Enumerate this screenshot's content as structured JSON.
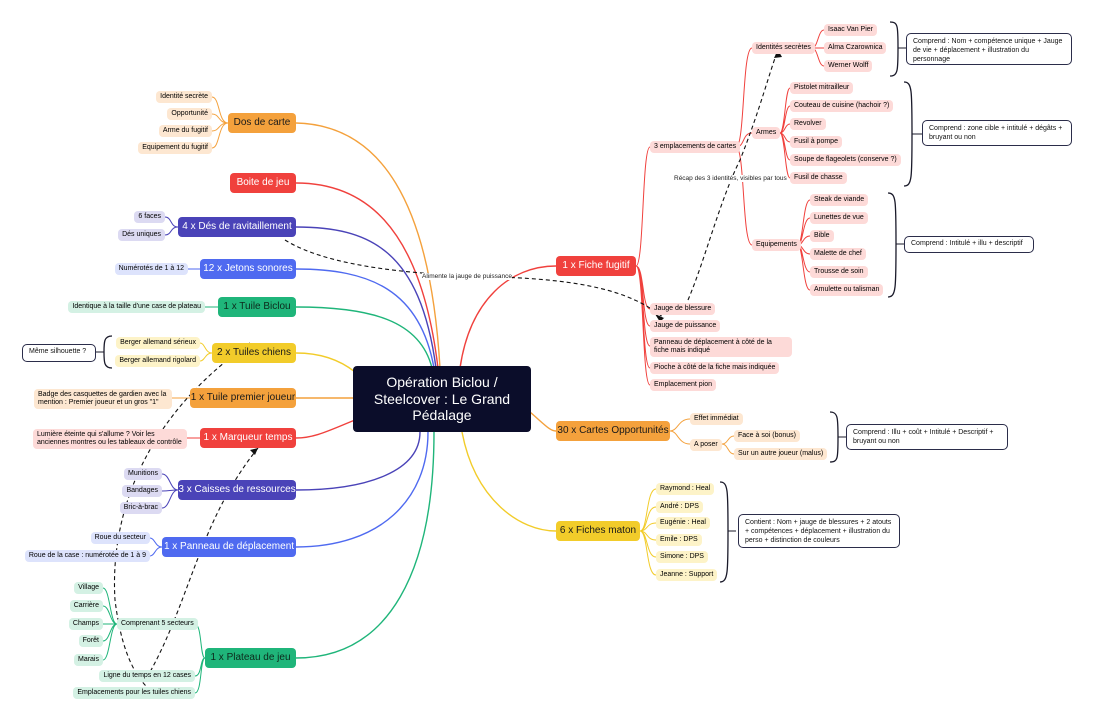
{
  "center": "Opération Biclou / Steelcover : Le Grand Pédalage",
  "colors": {
    "orange": "#f4a13c",
    "red": "#f0413d",
    "indigo": "#4a43b8",
    "blue": "#4f6af0",
    "green": "#1fb57a",
    "yellow": "#f2cc2a",
    "dark": "#0b0d2a"
  },
  "left": {
    "dos_carte": {
      "label": "Dos de carte",
      "items": [
        "Identité secrète",
        "Opportunité",
        "Arme du fugitif",
        "Equipement du fugitif"
      ]
    },
    "boite": {
      "label": "Boite de jeu"
    },
    "des": {
      "label": "4 x Dés de ravitaillement",
      "items": [
        "6 faces",
        "Dés uniques"
      ]
    },
    "jetons": {
      "label": "12 x Jetons sonores",
      "items": [
        "Numérotés de 1 à 12"
      ]
    },
    "tuile": {
      "label": "1 x Tuile Biclou",
      "items": [
        "Identique à la taille d'une case de plateau"
      ]
    },
    "chiens": {
      "label": "2 x Tuiles chiens",
      "items": [
        "Berger allemand sérieux",
        "Berger allemand rigolard"
      ],
      "note": "Même silhouette ?"
    },
    "premier": {
      "label": "1 x Tuile premier joueur",
      "items": [
        "Badge des casquettes de gardien avec la mention : Premier joueur et un gros \"1\""
      ]
    },
    "marqueur": {
      "label": "1 x Marqueur temps",
      "items": [
        "Lumière éteinte qui s'allume ? Voir les anciennes montres ou les tableaux de contrôle"
      ]
    },
    "caisses": {
      "label": "3 x Caisses de ressources",
      "items": [
        "Munitions",
        "Bandages",
        "Bric-à-brac"
      ]
    },
    "panneau": {
      "label": "1 x Panneau de déplacement",
      "items": [
        "Roue du secteur",
        "Roue de la case : numérotée de 1 à 9"
      ]
    },
    "plateau": {
      "label": "1 x Plateau de jeu",
      "secteurs": {
        "label": "Comprenant 5 secteurs",
        "items": [
          "Village",
          "Carrière",
          "Champs",
          "Forêt",
          "Marais"
        ]
      },
      "items": [
        "Ligne du temps en 12 cases",
        "Emplacements pour les tuiles chiens"
      ]
    }
  },
  "right": {
    "fiche": {
      "label": "1 x Fiche fugitif",
      "emplacements": {
        "label": "3 emplacements de cartes",
        "identites": {
          "label": "Identités secrètes",
          "items": [
            "Isaac Van Pier",
            "Alma Czarownica",
            "Werner Wolff"
          ],
          "note": "Comprend : Nom + compétence unique + Jauge de vie + déplacement + illustration du personnage"
        },
        "armes": {
          "label": "Armes",
          "items": [
            "Pistolet mitrailleur",
            "Couteau de cuisine (hachoir ?)",
            "Revolver",
            "Fusil à pompe",
            "Soupe de flageolets (conserve ?)",
            "Fusil de chasse"
          ],
          "note": "Comprend : zone cible + intitulé + dégâts + bruyant ou non"
        },
        "equipements": {
          "label": "Equipements",
          "items": [
            "Steak de viande",
            "Lunettes de vue",
            "Bible",
            "Malette de chef",
            "Trousse de soin",
            "Amulette ou talisman"
          ],
          "note": "Comprend : Intitulé + illu + descriptif"
        }
      },
      "items": [
        "Jauge de blessure",
        "Jauge de puissance",
        "Panneau de déplacement à côté de la fiche mais indiqué",
        "Pioche à côté de la fiche mais indiquée",
        "Emplacement pion"
      ]
    },
    "opportunites": {
      "label": "30 x Cartes Opportunités",
      "items": [
        "Effet immédiat",
        "A poser"
      ],
      "poser": [
        "Face à soi (bonus)",
        "Sur un autre joueur (malus)"
      ],
      "note": "Comprend : Illu + coût + Intitulé + Descriptif + bruyant ou non"
    },
    "maton": {
      "label": "6 x Fiches maton",
      "items": [
        "Raymond : Heal",
        "André : DPS",
        "Eugénie : Heal",
        "Emile : DPS",
        "Simone : DPS",
        "Jeanne : Support"
      ],
      "note": "Contient : Nom + jauge de blessures + 2 atouts + compétences + déplacement + illustration du perso + distinction de couleurs"
    }
  },
  "links": {
    "recap": "Récap des 3 identités, visibles par tous",
    "alimente": "Alimente la jauge de puissance"
  }
}
